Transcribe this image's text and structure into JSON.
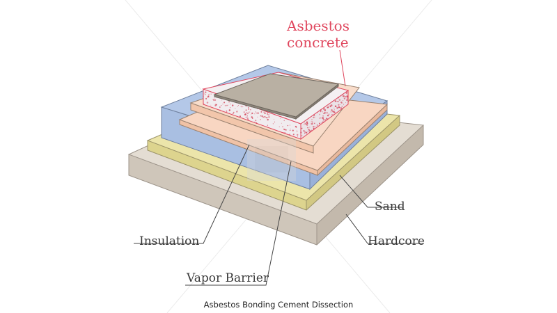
{
  "diagram": {
    "caption": "Asbestos Bonding Cement  Dissection",
    "labels": {
      "asbestos_concrete_line1": "Asbestos",
      "asbestos_concrete_line2": "concrete",
      "sand": "Sand",
      "hardcore": "Hardcore",
      "insulation": "Insulation",
      "vapor_barrier": "Vapor Barrier"
    },
    "colors": {
      "hardcore": "#ded6cb",
      "sand": "#e9e2a6",
      "vapor_barrier": "#9fb6dc",
      "insulation": "#f7d3bd",
      "asbestos_concrete": "#f1ecef",
      "asbestos_speckle": "#d4475c",
      "top_slab": "#b7ada0",
      "accent_red": "#e0475e"
    }
  }
}
